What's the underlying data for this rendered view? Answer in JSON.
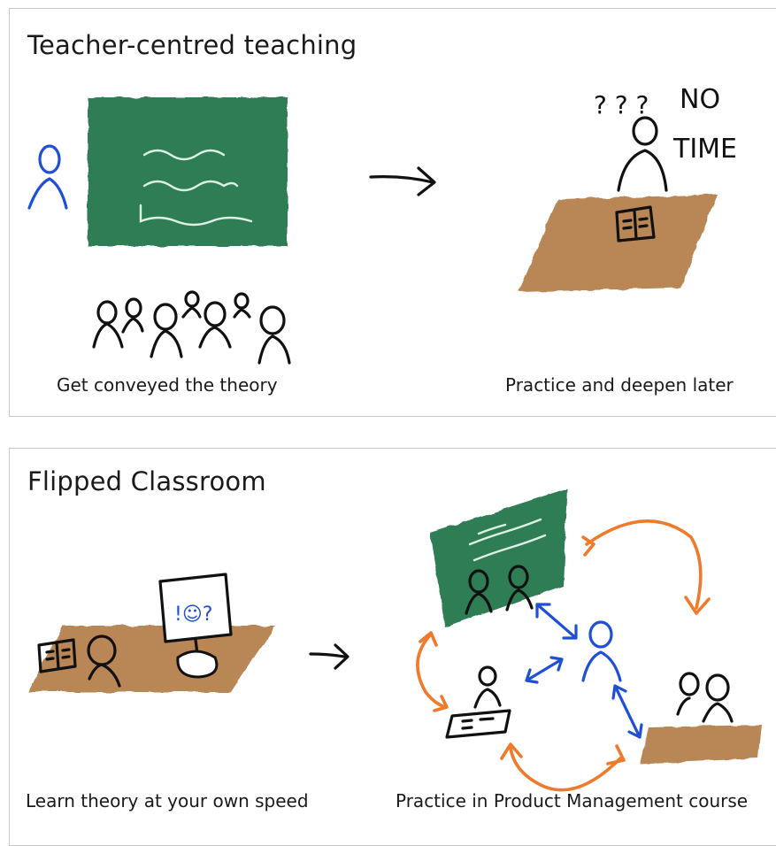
{
  "top_panel": {
    "title": "Teacher-centred teaching",
    "caption_left": "Get conveyed the theory",
    "caption_right": "Practice and deepen later",
    "handwriting": {
      "line1": "NO",
      "line2": "TIME",
      "questions": "?  ? ?"
    }
  },
  "bottom_panel": {
    "title": "Flipped Classroom",
    "caption_left": "Learn theory at your own speed",
    "caption_right": "Practice in Product Management course"
  },
  "colors": {
    "board": "#2f7d55",
    "desk": "#b98656",
    "teacher": "#1e4fd6",
    "cycle_arrows": "#f07a2b"
  }
}
